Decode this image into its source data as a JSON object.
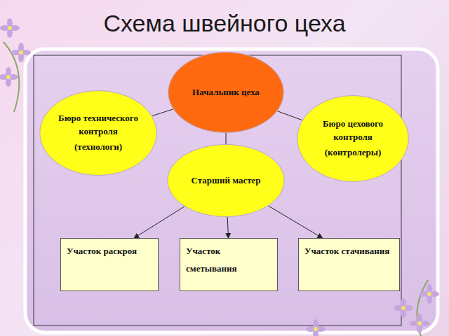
{
  "diagram": {
    "title": "Схема швейного цеха",
    "nodes": [
      {
        "text": [
          "Начальник цеха"
        ]
      },
      {
        "text": [
          "Бюро технического контроля",
          "(технологи)"
        ]
      },
      {
        "text": [
          "Бюро цехового контроля",
          "(контролеры)"
        ]
      },
      {
        "text": [
          "Старший мастер"
        ]
      },
      {
        "text": [
          "Участок раскроя"
        ]
      },
      {
        "text": [
          "Участок сметывания"
        ]
      },
      {
        "text": [
          "Участок стачивания"
        ]
      }
    ],
    "edges": [
      {
        "from": 0,
        "to": 1,
        "arrow": "none"
      },
      {
        "from": 0,
        "to": 2,
        "arrow": "none"
      },
      {
        "from": 0,
        "to": 3,
        "arrow": "none"
      },
      {
        "from": 3,
        "to": 4,
        "arrow": "to"
      },
      {
        "from": 3,
        "to": 5,
        "arrow": "to"
      },
      {
        "from": 3,
        "to": 6,
        "arrow": "to"
      }
    ]
  }
}
